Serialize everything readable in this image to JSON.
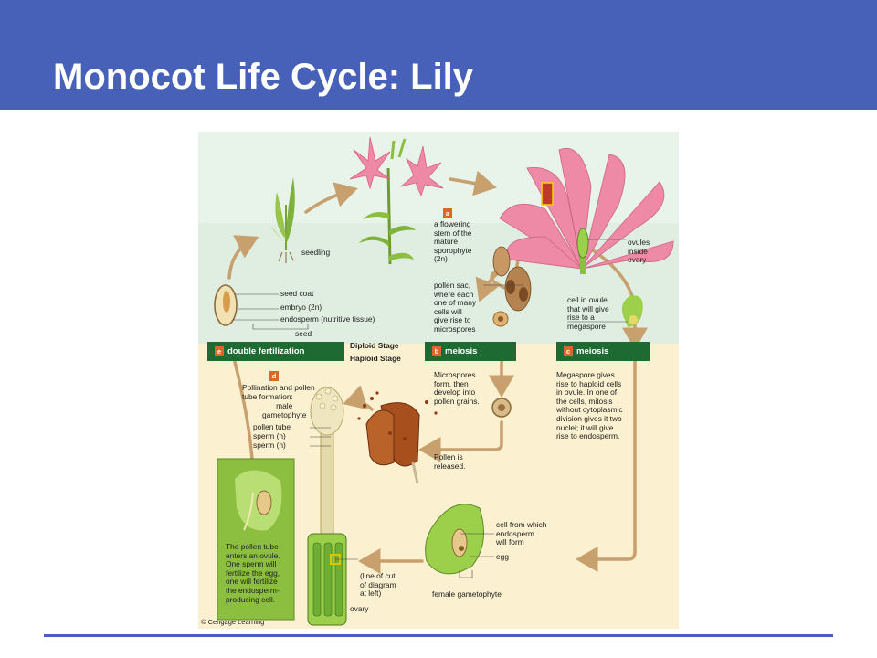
{
  "slide": {
    "title": "Monocot Life Cycle: Lily"
  },
  "colors": {
    "title_bar": "#4760b8",
    "diploid_background": "#dfeee0",
    "haploid_background": "#fbf0cf",
    "stage_bar": "#1d6b32",
    "arrow": "#c7a06e",
    "badge": "#d9692b",
    "petal": "#ef8aa6",
    "leaf": "#8cbf3f"
  },
  "diagram": {
    "steps": {
      "a": {
        "letter": "a",
        "text": "a flowering\nstem of the\nmature\nsporophyte\n(2n)"
      },
      "b": {
        "letter": "b",
        "text": "meiosis"
      },
      "c": {
        "letter": "c",
        "text": "meiosis"
      },
      "d": {
        "letter": "d",
        "text": "Pollination and pollen\ntube formation:"
      },
      "e": {
        "letter": "e",
        "text": "double fertilization"
      }
    },
    "stages": {
      "diploid": "Diploid Stage",
      "haploid": "Haploid Stage"
    },
    "labels": {
      "seedling": "seedling",
      "seed_coat": "seed coat",
      "embryo": "embryo (2n)",
      "endosperm": "endosperm (nutritive tissue)",
      "seed": "seed",
      "ovules_inside_ovary": "ovules\ninside\novary",
      "pollen_sac": "pollen sac,\nwhere each\none of many\ncells will\ngive rise to\nmicrospores",
      "cell_in_ovule": "cell in ovule\nthat will give\nrise to a\nmegaspore",
      "microspores_text": "Microspores\nform, then\ndevelop into\npollen grains.",
      "megaspore_text": "Megaspore gives\nrise to haploid cells\nin ovule. In one of\nthe cells, mitosis\nwithout cytoplasmic\ndivision gives it two\nnuclei; it will give\nrise to endosperm.",
      "male_gametophyte": "male\ngametophyte",
      "pollen_tube": "pollen tube",
      "sperm_1": "sperm (n)",
      "sperm_2": "sperm (n)",
      "pollen_released": "Pollen is\nreleased.",
      "cell_endosperm": "cell from which\nendosperm\nwill form",
      "egg": "egg",
      "female_gametophyte": "female gametophyte",
      "line_of_cut": "(line of cut\nof diagram\nat left)",
      "ovary": "ovary",
      "pollen_tube_enters": "The pollen tube\nenters an ovule.\nOne sperm will\nfertilize the egg,\none will fertilize\nthe endosperm-\nproducing cell.",
      "credit": "© Cengage Learning"
    }
  }
}
